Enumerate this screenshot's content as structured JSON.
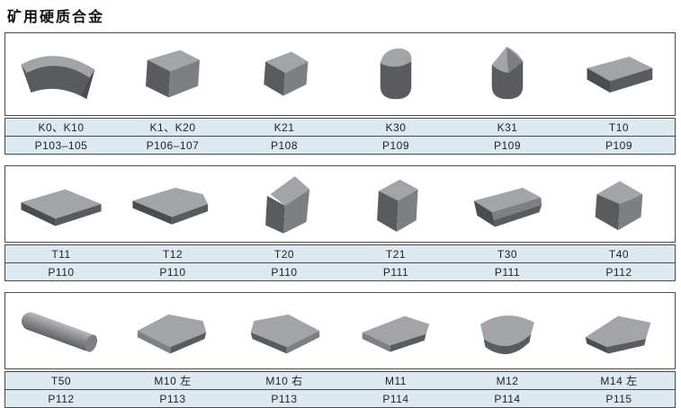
{
  "title": "矿用硬质合金",
  "colors": {
    "strip_bg": "#dce9f1",
    "border": "#4a4a4a",
    "label_text": "#222222",
    "shape_light": "#a2a4a7",
    "shape_mid": "#7d7f82",
    "shape_dark": "#595b5e",
    "shape_darker": "#4a4c4f"
  },
  "rows": [
    {
      "products": [
        {
          "model": "K0、K10",
          "page": "P103–105",
          "shape": "k0-k10-block"
        },
        {
          "model": "K1、K20",
          "page": "P106–107",
          "shape": "k1-k20-block"
        },
        {
          "model": "K21",
          "page": "P108",
          "shape": "k21-block"
        },
        {
          "model": "K30",
          "page": "P109",
          "shape": "k30-cylinder"
        },
        {
          "model": "K31",
          "page": "P109",
          "shape": "k31-cylinder"
        },
        {
          "model": "T10",
          "page": "P109",
          "shape": "t10-bar"
        }
      ]
    },
    {
      "products": [
        {
          "model": "T11",
          "page": "P110",
          "shape": "t11-plate"
        },
        {
          "model": "T12",
          "page": "P110",
          "shape": "t12-plate"
        },
        {
          "model": "T20",
          "page": "P110",
          "shape": "t20-wedge"
        },
        {
          "model": "T21",
          "page": "P111",
          "shape": "t21-block"
        },
        {
          "model": "T30",
          "page": "P111",
          "shape": "t30-bar"
        },
        {
          "model": "T40",
          "page": "P112",
          "shape": "t40-block"
        }
      ]
    },
    {
      "products": [
        {
          "model": "T50",
          "page": "P112",
          "shape": "t50-rod"
        },
        {
          "model": "M10 左",
          "page": "P113",
          "shape": "m10-left-plate"
        },
        {
          "model": "M10 右",
          "page": "P113",
          "shape": "m10-right-plate"
        },
        {
          "model": "M11",
          "page": "P114",
          "shape": "m11-plate"
        },
        {
          "model": "M12",
          "page": "P114",
          "shape": "m12-plate"
        },
        {
          "model": "M14 左",
          "page": "P115",
          "shape": "m14-left-plate"
        }
      ]
    }
  ]
}
